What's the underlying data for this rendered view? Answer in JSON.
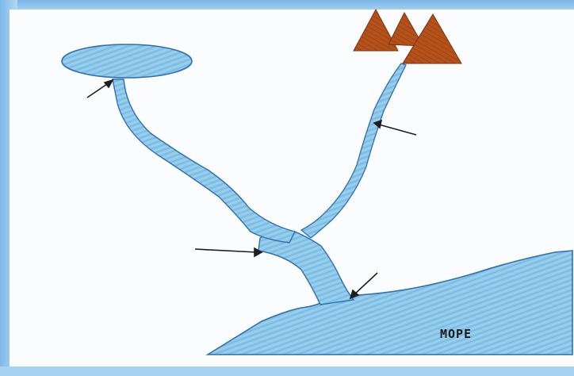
{
  "diagram": {
    "sea_label": "МОРЕ",
    "colors": {
      "water": "#8ec9ea",
      "water_dark": "#2f6fb0",
      "mountain": "#b5521c",
      "mountain_dark": "#7a3310",
      "arrow": "#1e1e1e",
      "background": "#8fc4ea",
      "paper": "#fbfcfd"
    },
    "icons": [
      "lake-source",
      "mountain-peaks",
      "river-tributary-left",
      "river-tributary-right",
      "river-main-channel",
      "sea",
      "pointer-arrow"
    ]
  }
}
